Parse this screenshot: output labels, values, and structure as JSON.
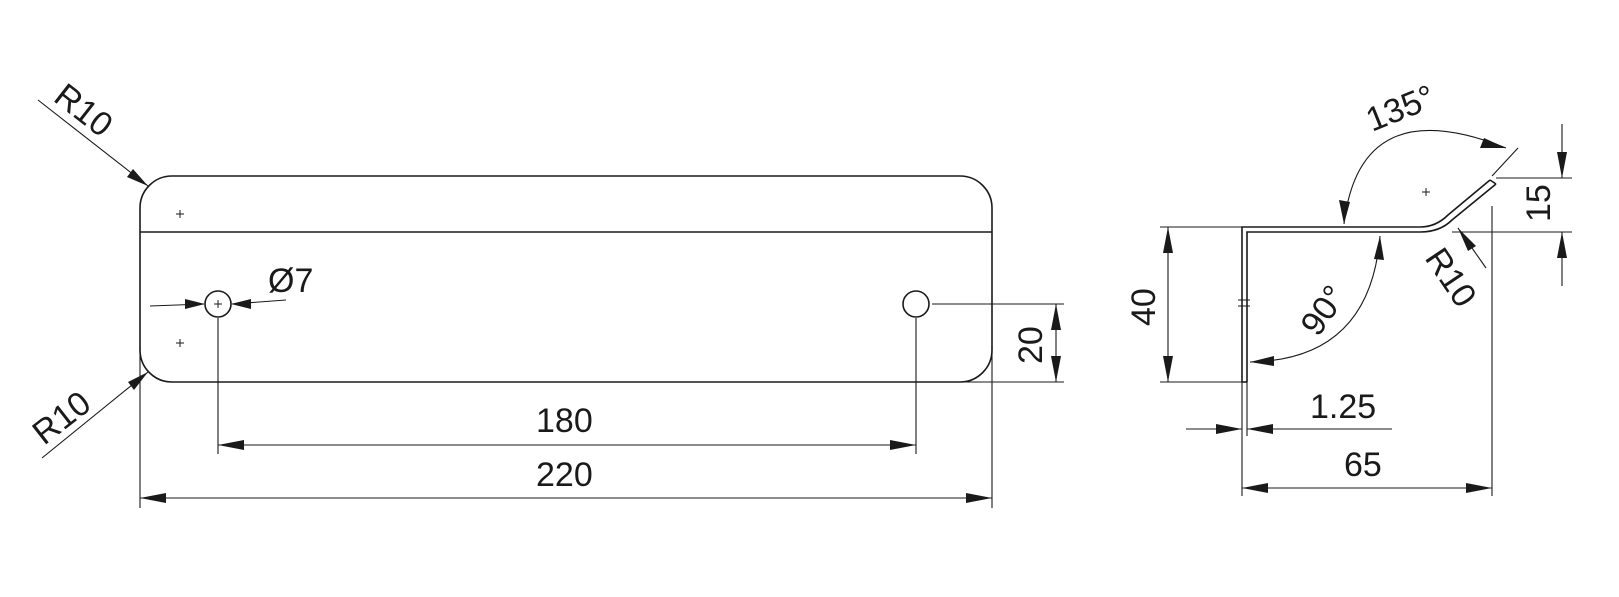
{
  "dimensions": {
    "radius_top_left": "R10",
    "radius_bottom_left": "R10",
    "hole_diameter": "Ø7",
    "hole_spacing": "180",
    "overall_length": "220",
    "hole_height": "20",
    "profile_height": "40",
    "bend_angle_upper": "135°",
    "bend_angle_lower": "90°",
    "flange_height": "15",
    "profile_bend_radius": "R10",
    "sheet_thickness": "1.25",
    "profile_width": "65"
  }
}
